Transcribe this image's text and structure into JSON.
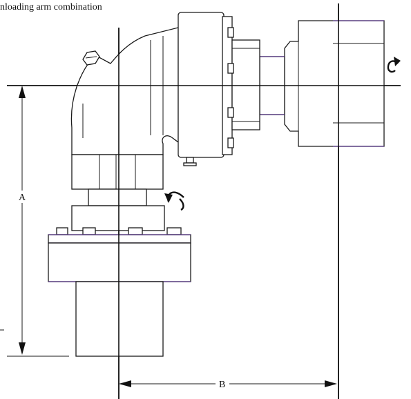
{
  "caption": "nloading arm combination",
  "dimensions": {
    "a_label": "A",
    "b_label": "B"
  },
  "icons": {
    "rotation_upper": "rotation-arrow-icon",
    "rotation_lower": "rotation-arrow-icon"
  }
}
